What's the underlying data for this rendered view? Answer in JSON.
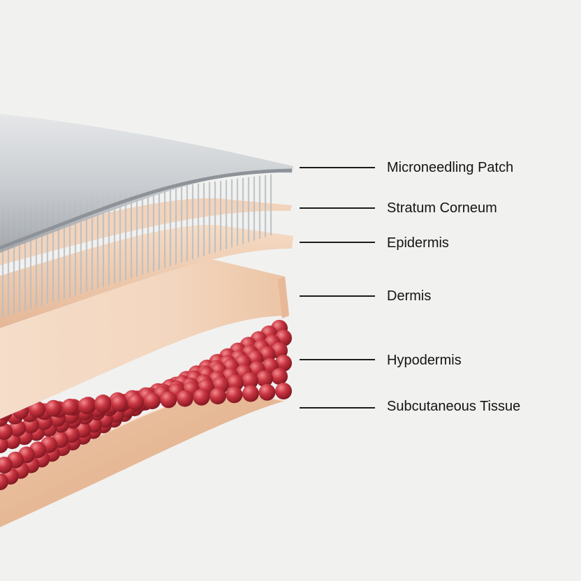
{
  "labels": {
    "patch": "Microneedling Patch",
    "stratum": "Stratum Corneum",
    "epidermis": "Epidermis",
    "dermis": "Dermis",
    "hypodermis": "Hypodermis",
    "subcutaneous": "Subcutaneous Tissue"
  },
  "colors": {
    "background": "#f1f1f0",
    "patch": "#c9cdd0",
    "skin": "#eec9ad",
    "skin_edge": "#d9a98a",
    "fat_cells": "#c0303a",
    "subcutaneous": "#e6b494",
    "line": "#1c1c1c"
  }
}
